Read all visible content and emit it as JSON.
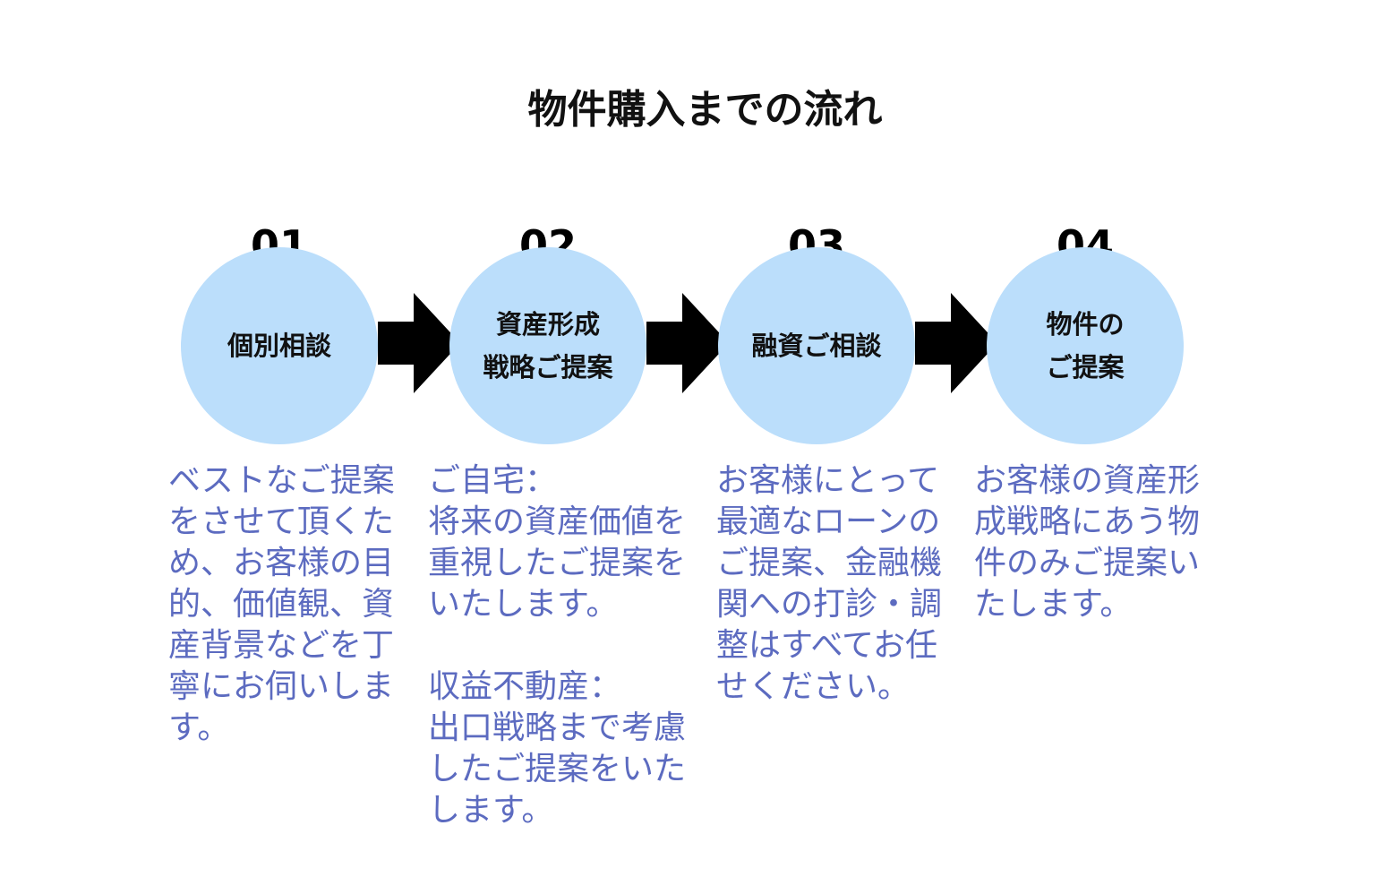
{
  "title": "物件購入までの流れ",
  "colors": {
    "circle_fill": "#BBDEFB",
    "arrow": "#000000",
    "description_text": "#5C6BC0"
  },
  "steps": [
    {
      "number": "01",
      "label": "個別相談",
      "description": "ベストなご提案\nをさせて頂くた\nめ、お客様の目\n的、価値観、資\n産背景などを丁\n寧にお伺いしま\nす。"
    },
    {
      "number": "02",
      "label": "資産形成\n戦略ご提案",
      "description": "ご自宅：\n将来の資産価値を\n重視したご提案を\nいたします。\n\n収益不動産：\n出口戦略まで考慮\nしたご提案をいた\nします。"
    },
    {
      "number": "03",
      "label": "融資ご相談",
      "description": "お客様にとって\n最適なローンの\nご提案、金融機\n関への打診・調\n整はすべてお任\nせください。"
    },
    {
      "number": "04",
      "label": "物件の\nご提案",
      "description": "お客様の資産形\n成戦略にあう物\n件のみご提案い\nたします。"
    }
  ]
}
